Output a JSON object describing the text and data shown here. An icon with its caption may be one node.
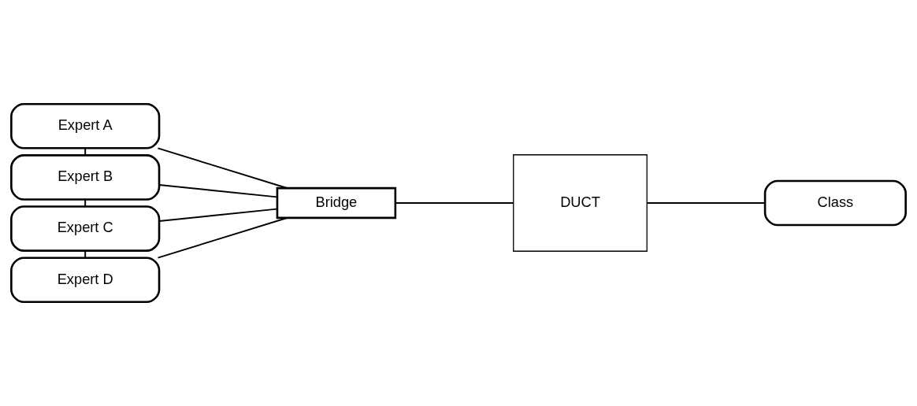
{
  "diagram": {
    "nodes": [
      {
        "text": [
          "Expert A"
        ]
      },
      {
        "text": [
          "Expert B"
        ]
      },
      {
        "text": [
          "Expert C"
        ]
      },
      {
        "text": [
          "Expert D"
        ]
      },
      {
        "text": [
          "Bridge"
        ]
      },
      {
        "text": [
          "DUCT"
        ]
      },
      {
        "text": [
          "Class"
        ]
      }
    ],
    "edges": [
      {
        "from": 0,
        "to": 1,
        "arrow": "none"
      },
      {
        "from": 1,
        "to": 2,
        "arrow": "none"
      },
      {
        "from": 2,
        "to": 3,
        "arrow": "none"
      },
      {
        "from": 0,
        "to": 4,
        "arrow": "none"
      },
      {
        "from": 1,
        "to": 4,
        "arrow": "none"
      },
      {
        "from": 2,
        "to": 4,
        "arrow": "none"
      },
      {
        "from": 3,
        "to": 4,
        "arrow": "none"
      },
      {
        "from": 4,
        "to": 5,
        "arrow": "none"
      },
      {
        "from": 5,
        "to": 6,
        "arrow": "none"
      }
    ]
  }
}
